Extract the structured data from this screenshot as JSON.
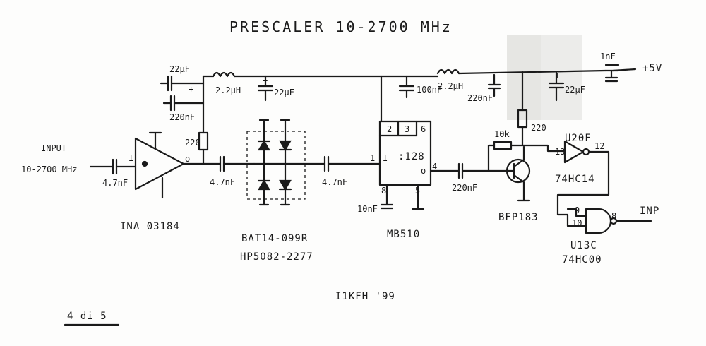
{
  "title": "PRESCALER   10-2700 MHz",
  "input_label": "INPUT",
  "input_range": "10-2700 MHz",
  "supply": "+5V",
  "output_label": "INP",
  "author": "I1KFH  '99",
  "page": "4 di 5",
  "components": {
    "c_in": "4.7nF",
    "amp": "INA 03184",
    "c_22uf_left": "22µF",
    "c_220nf_left": "220nF",
    "l1": "2.2µH",
    "r_220_bias": "220",
    "c_22uf_mid": "22µF",
    "c_4n7_mid": "4.7nF",
    "diodes_1": "BAT14-099R",
    "diodes_2": "HP5082-2277",
    "c_4n7_div": "4.7nF",
    "prescaler": "MB510",
    "prescaler_ratio": ":128",
    "c_100nf": "100nF",
    "c_10nf": "10nF",
    "l2": "2.2µH",
    "c_220nf_right": "220nF",
    "c_22uf_right": "22µF",
    "c_1nf": "1nF",
    "c_220nf_coupling": "220nF",
    "r_10k": "10k",
    "r_220_col": "220",
    "transistor": "BFP183",
    "inv_ref": "U20F",
    "inv_ic": "74HC14",
    "nand_ref": "U13C",
    "nand_ic": "74HC00"
  },
  "pins": {
    "amp_in": "I",
    "amp_out": "o",
    "mb_in": "1",
    "mb_in_letter": "I",
    "mb_out": "4",
    "mb_out_letter": "o",
    "mb_p2": "2",
    "mb_p3": "3",
    "mb_p6": "6",
    "mb_p8": "8",
    "mb_p5": "5",
    "inv_in": "13",
    "inv_out": "12",
    "nand_a": "9",
    "nand_b": "10",
    "nand_out": "8",
    "cap_plus": "+"
  }
}
